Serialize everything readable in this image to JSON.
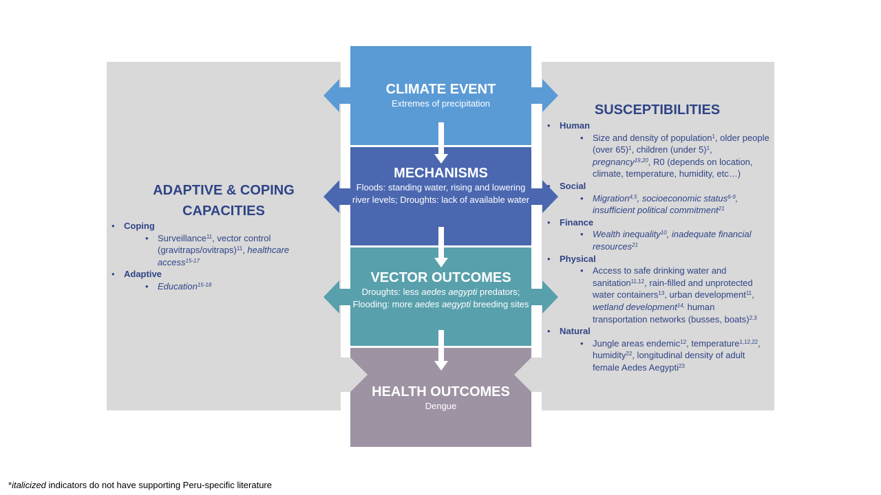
{
  "colors": {
    "climate": "#5b9bd5",
    "mechanisms": "#4a67b0",
    "vector": "#58a0ac",
    "health": "#9e93a3",
    "panel": "#d9d9d9",
    "text_dark": "#2f4486"
  },
  "climate": {
    "title": "CLIMATE EVENT",
    "desc": "Extremes of precipitation"
  },
  "mechanisms": {
    "title": "MECHANISMS",
    "desc": "Floods: standing water, rising and lowering river levels; Droughts: lack of available water"
  },
  "vector": {
    "title": "VECTOR OUTCOMES",
    "d1": "Droughts: less ",
    "d2": "aedes aegypti",
    "d3": " predators; Flooding: more ",
    "d4": "aedes aegypti",
    "d5": " breeding sites"
  },
  "health": {
    "title": "HEALTH OUTCOMES",
    "desc": "Dengue"
  },
  "adaptive": {
    "title": "ADAPTIVE & COPING CAPACITIES",
    "coping": {
      "label": "Coping",
      "t1": "Surveillance",
      "s1": "11",
      "t2": ", vector control (gravitraps/ovitraps)",
      "s2": "11",
      "t3": ", ",
      "i1": "healthcare access",
      "s3": "15-17"
    },
    "adaptive_cat": {
      "label": "Adaptive",
      "i1": "Education",
      "s1": "15-18"
    }
  },
  "susceptibilities": {
    "title": "SUSCEPTIBILITIES",
    "human": {
      "label": "Human",
      "t1": "Size and density of population",
      "s1": "1",
      "t2": ", older people (over 65)",
      "s2": "1",
      "t3": ", children (under 5)",
      "s3": "1",
      "t4": ", ",
      "i1": "pregnancy",
      "s4": "19,20",
      "t5": ", R0 (depends on location, climate, temperature, humidity, etc…)"
    },
    "social": {
      "label": "Social",
      "i1": "Migration",
      "s1": "4,5",
      "i2": ", socioeconomic status",
      "s2": "6-9",
      "i3": ", insufficient political commitment",
      "s3": "21"
    },
    "finance": {
      "label": "Finance",
      "i1": "Wealth inequality",
      "s1": "10",
      "i2": ", inadequate financial resources",
      "s2": "21"
    },
    "physical": {
      "label": "Physical",
      "t1": "Access to safe drinking water and sanitation",
      "s1": "11,12",
      "t2": ", rain-filled and unprotected water containers",
      "s2": "13",
      "t3": ", urban development",
      "s3": "11",
      "t4": ", ",
      "i1": "wetland development",
      "s4": "14,",
      "t5": " human transportation networks (busses, boats)",
      "s5": "2,3"
    },
    "natural": {
      "label": "Natural",
      "t1": "Jungle areas endemic",
      "s1": "12",
      "t2": ", temperature",
      "s2": "1,12,22",
      "t3": ", humidity",
      "s3": "22",
      "t4": ", longitudinal density of adult female Aedes Aegypti",
      "s4": "23"
    }
  },
  "footnote": {
    "star": "*",
    "italic": "italicized",
    "rest": " indicators do not have supporting Peru-specific literature"
  }
}
